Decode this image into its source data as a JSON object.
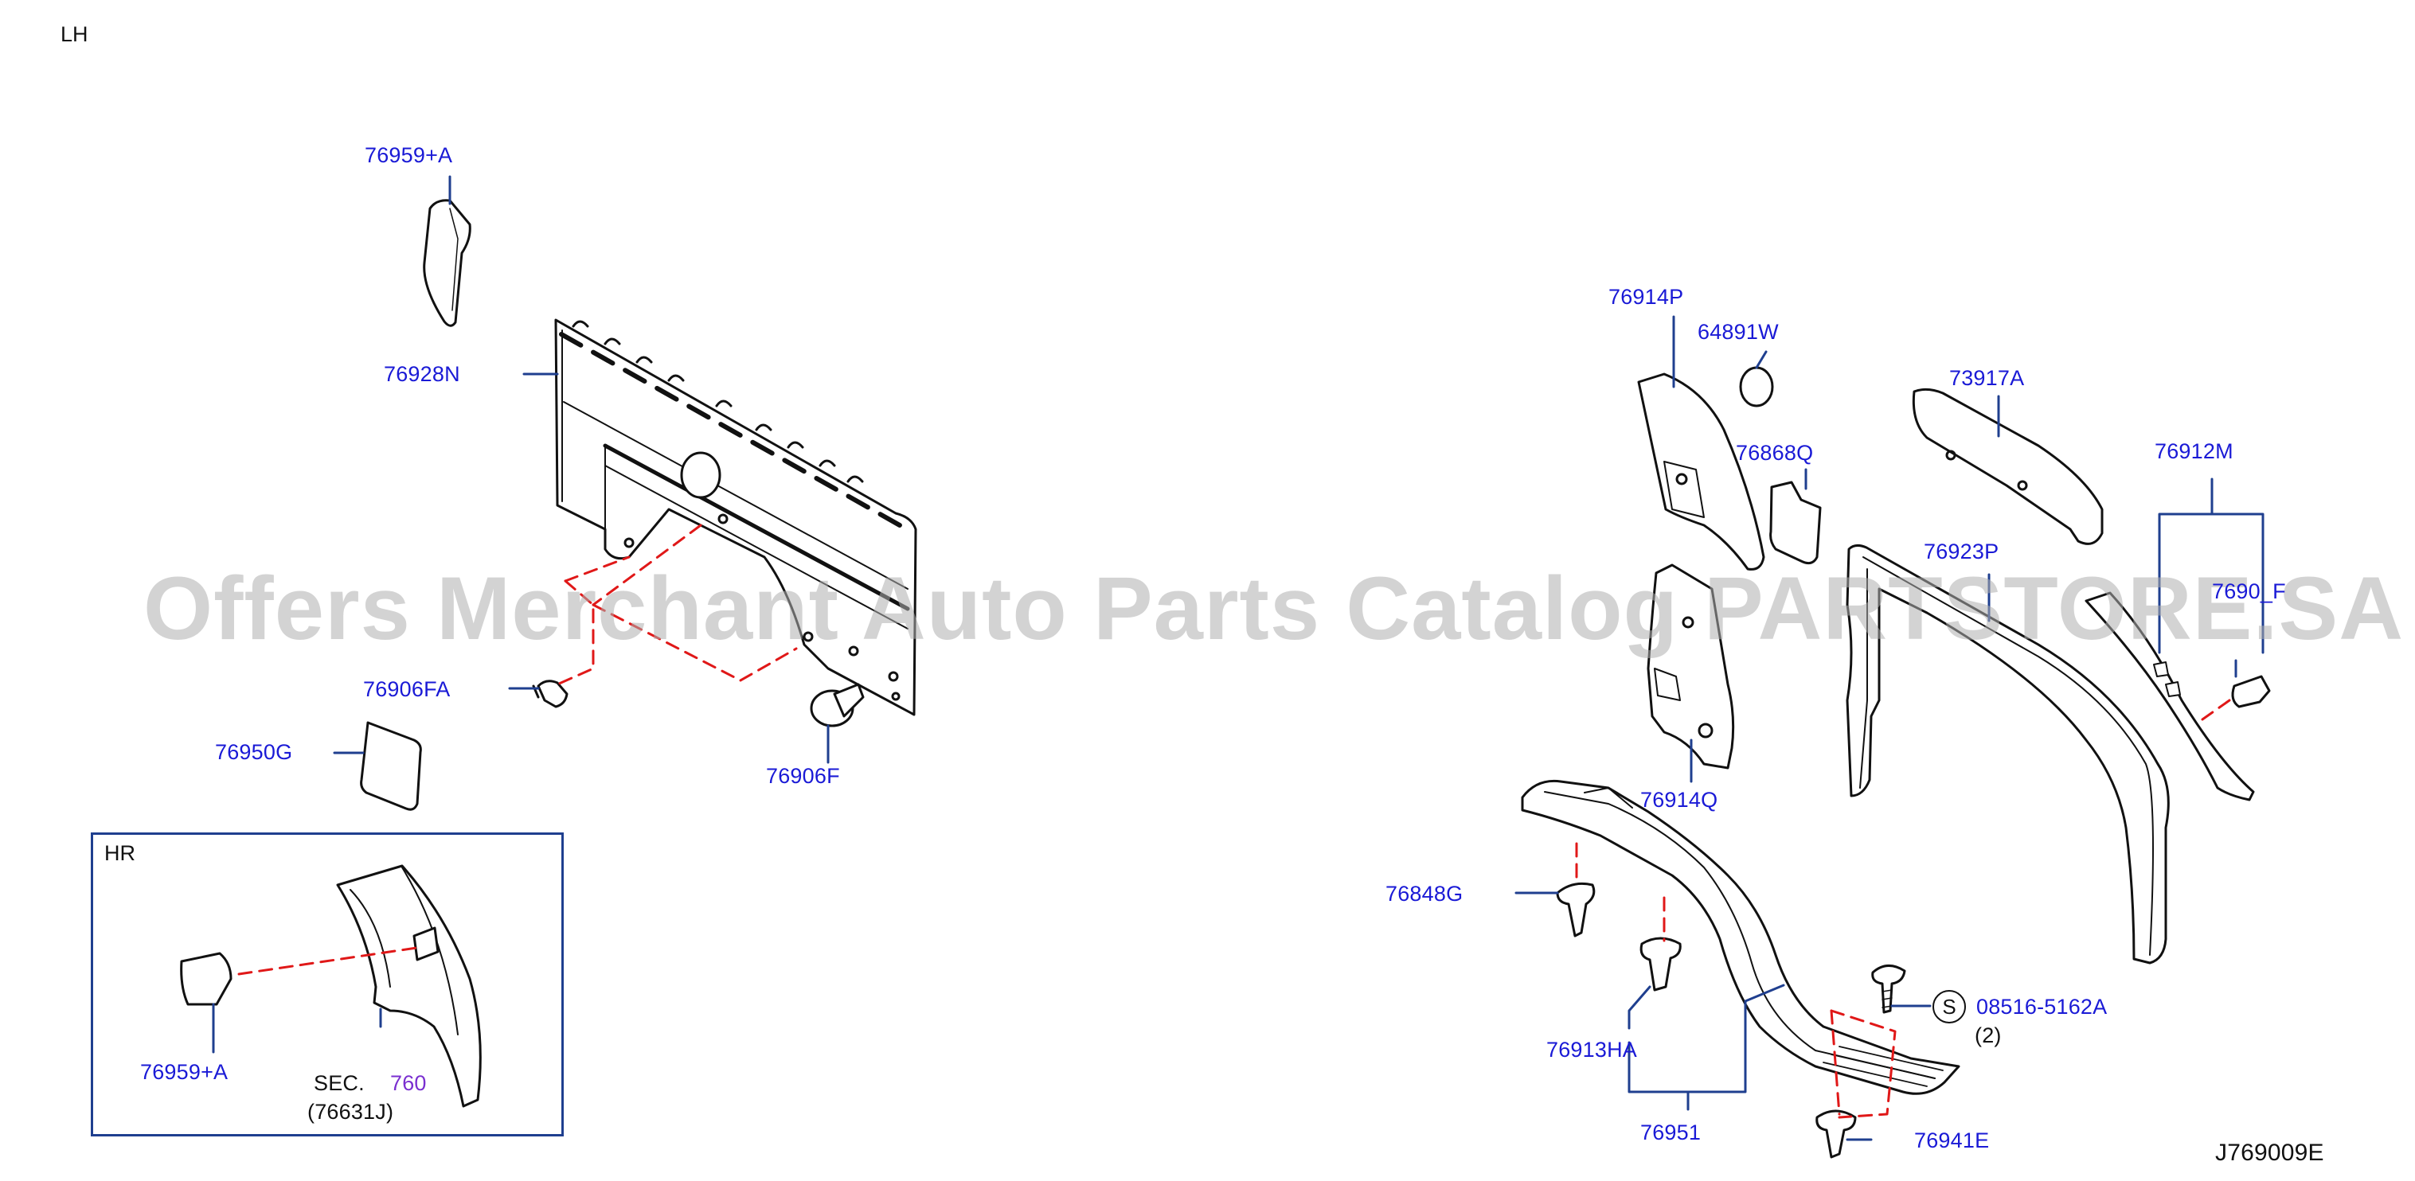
{
  "diagram": {
    "corner_label": "LH",
    "inset_label": "HR",
    "watermark": "Offers Merchant Auto Parts Catalog PARTSTORE.SA",
    "diagram_id": "J769009E",
    "section_ref": {
      "prefix": "SEC.",
      "number": "760",
      "sub": "(76631J)"
    },
    "std_symbol": "S",
    "part_labels": {
      "p76959A_top": "76959+A",
      "p76928N": "76928N",
      "p76906FA": "76906FA",
      "p76950G": "76950G",
      "p76906F": "76906F",
      "p76959A_inset": "76959+A",
      "p76914P": "76914P",
      "p64891W": "64891W",
      "p73917A": "73917A",
      "p76868Q": "76868Q",
      "p76912M": "76912M",
      "p76923P": "76923P",
      "p7690F": "7690_F",
      "p76914Q": "76914Q",
      "p76848G": "76848G",
      "p08516": "08516-5162A",
      "p08516_qty": "(2)",
      "p76913HA": "76913HA",
      "p76951": "76951",
      "p76941E": "76941E"
    },
    "colors": {
      "label": "#1a1ad6",
      "leader": "#1f3f8f",
      "dashed": "#e01818",
      "part": "#111111"
    }
  }
}
